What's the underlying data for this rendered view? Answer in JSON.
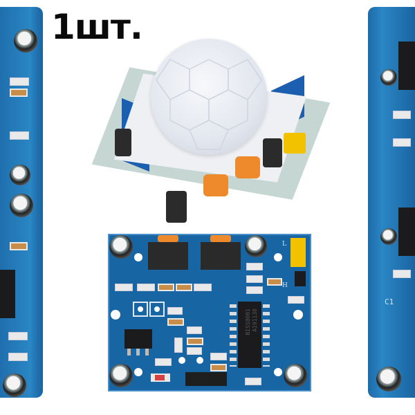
{
  "label": {
    "quantity": "1шт."
  },
  "product": {
    "chip_marking": "BISS0001",
    "chip_marking_2": "A191138",
    "jumper_labels": [
      "L",
      "H"
    ],
    "silkscreen_right": [
      "C1"
    ]
  },
  "colors": {
    "pcb_blue": "#1a66a8",
    "jumper_yellow": "#f2c200",
    "potentiometer_orange": "#ef8a2c",
    "lens_white": "#eef0f4",
    "text_black": "#0a0a0a"
  }
}
